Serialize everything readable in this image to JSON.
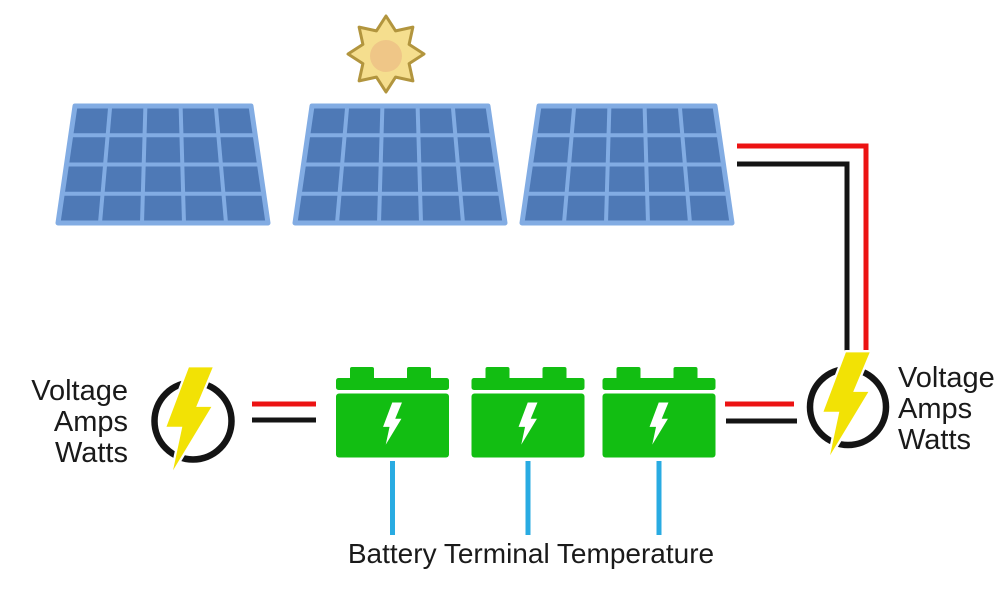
{
  "diagram": {
    "type": "solar-battery-system-diagram"
  },
  "sensors": [
    {
      "id": "left",
      "lines": [
        "Voltage",
        "Amps",
        "Watts"
      ]
    },
    {
      "id": "right",
      "lines": [
        "Voltage",
        "Amps",
        "Watts"
      ]
    }
  ],
  "caption": {
    "battery_temperature": "Battery Terminal Temperature"
  },
  "icons": {
    "sun": "sun-icon",
    "solar_panel": "solar-panel-icon",
    "power_sensor": "lightning-circle-sensor-icon",
    "battery": "battery-icon",
    "battery_bolt": "lightning-bolt-icon"
  },
  "counts": {
    "solar_panels": 3,
    "batteries": 3,
    "temperature_probes": 3
  },
  "colors": {
    "panel_cell_blue": "#4E79B6",
    "panel_frame_blue": "#82ACE3",
    "sun_fill": "#F5DE8E",
    "sun_stroke": "#B2953E",
    "sun_core": "#EFC687",
    "wire_red": "#EC1313",
    "wire_black": "#141414",
    "battery_green": "#12BE12",
    "bolt_yellow": "#F2E205",
    "temp_line_blue": "#29ABE2"
  }
}
